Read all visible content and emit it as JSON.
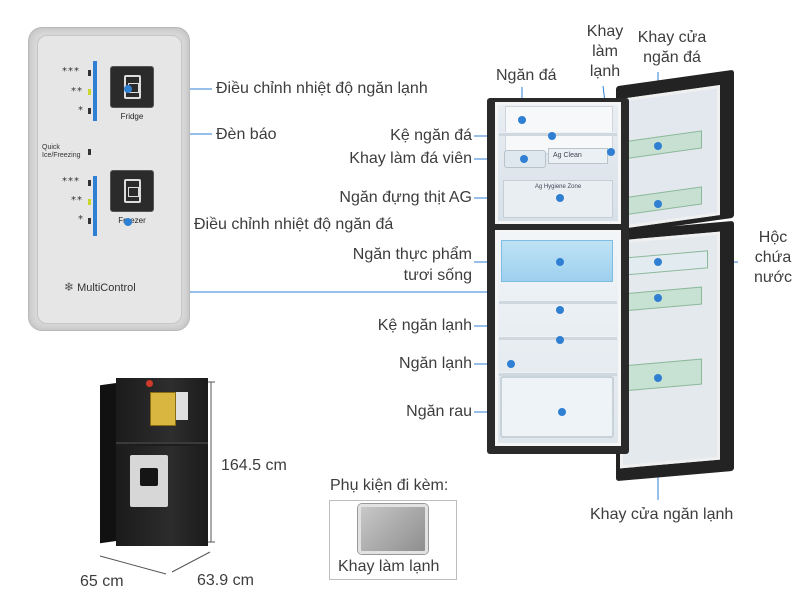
{
  "panel": {
    "fridge_btn_label": "Fridge",
    "freezer_btn_label": "Freezer",
    "quick_label": "Quick",
    "ice_label": "Ice/Freezing",
    "brand": "MultiControl",
    "stars": [
      "***",
      "**",
      "*",
      "***",
      "**",
      "*"
    ]
  },
  "panel_labels": {
    "fridge_control": "Điều chỉnh nhiệt độ ngăn lạnh",
    "indicator": "Đèn báo",
    "freezer_control": "Điều chỉnh nhiệt độ ngăn đá"
  },
  "fridge_labels": {
    "freezer_compartment": "Ngăn đá",
    "ice_tray_line1": "Khay",
    "ice_tray_line2": "làm",
    "ice_tray_line3": "lạnh",
    "freezer_door_line1": "Khay cửa",
    "freezer_door_line2": "ngăn đá",
    "freezer_shelf": "Kệ ngăn đá",
    "ice_cube_tray": "Khay làm đá viên",
    "ag_meat": "Ngăn đựng thịt AG",
    "fresh_line1": "Ngăn thực phẩm",
    "fresh_line2": "tươi sống",
    "fridge_shelf": "Kệ ngăn lạnh",
    "fridge_compartment": "Ngăn lạnh",
    "veg": "Ngăn rau",
    "water_line1": "Hộc",
    "water_line2": "chứa",
    "water_line3": "nước",
    "fridge_door_tray": "Khay cửa ngăn lạnh",
    "ag_clean_text": "Ag Clean",
    "ag_hygiene_text": "Ag Hygiene Zone"
  },
  "dimensions": {
    "height": "164.5 cm",
    "width": "65 cm",
    "depth": "63.9 cm"
  },
  "accessory": {
    "title": "Phụ kiện đi kèm:",
    "item": "Khay làm lạnh"
  },
  "colors": {
    "accent": "#2f7fd3",
    "label_text": "#3d3d3d",
    "fridge_body": "#2a2a2a"
  }
}
